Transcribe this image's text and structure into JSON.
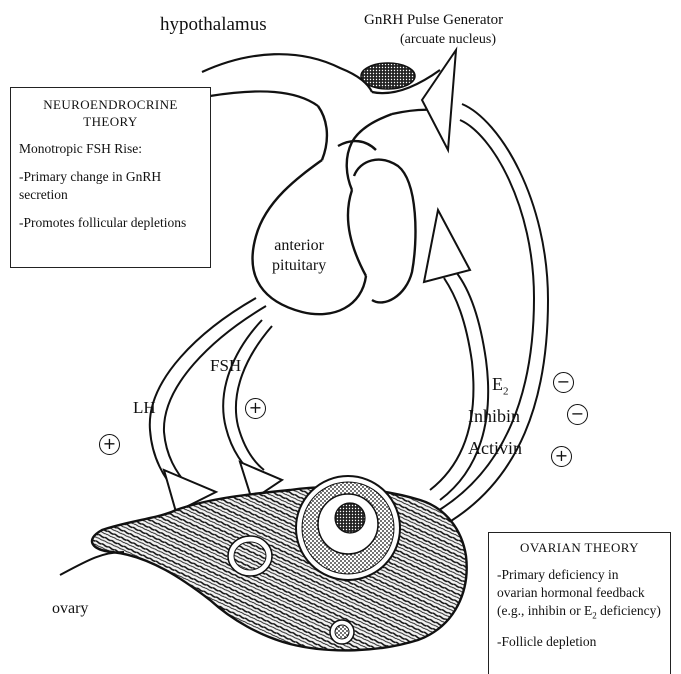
{
  "labels": {
    "hypothalamus": "hypothalamus",
    "gnrh_title": "GnRH Pulse Generator",
    "gnrh_sub": "(arcuate nucleus)",
    "anterior_pituitary": [
      "anterior",
      "pituitary"
    ],
    "lh": "LH",
    "fsh": "FSH",
    "e2_base": "E",
    "e2_sub": "2",
    "inhibin": "Inhibin",
    "activin": "Activin",
    "ovary": "ovary"
  },
  "signs": {
    "lh": "+",
    "fsh": "+",
    "e2": "−",
    "inhibin": "−",
    "activin": "+"
  },
  "neuro_box": {
    "title_line1": "NEUROENDROCRINE",
    "title_line2": "THEORY",
    "subtitle": "Monotropic FSH Rise:",
    "bullets": [
      "-Primary change in GnRH secretion",
      "-Promotes follicular depletions"
    ]
  },
  "ovarian_box": {
    "title": "OVARIAN THEORY",
    "bullet1_parts": [
      "-Primary deficiency in ovarian hormonal feedback (e.g., inhibin or E",
      "2",
      " deficiency)"
    ],
    "bullet2": "-Follicle depletion"
  }
}
